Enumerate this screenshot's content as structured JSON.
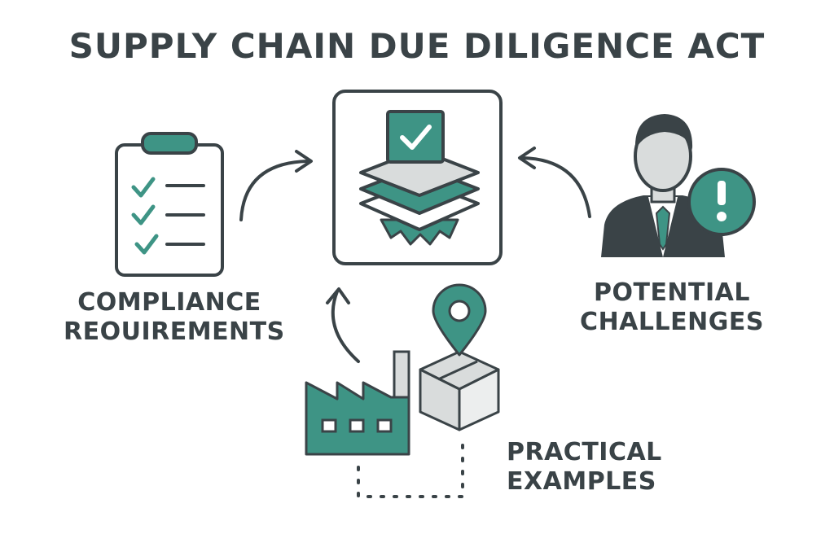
{
  "title": "SUPPLY CHAIN DUE DILIGENCE ACT",
  "nodes": {
    "compliance": {
      "line1": "COMPLIANCE",
      "line2": "REOUIREMENTS",
      "icon": "clipboard-checklist-icon"
    },
    "challenges": {
      "line1": "POTENTIAL",
      "line2": "CHALLENGES",
      "icon": "businessman-alert-icon"
    },
    "practical": {
      "line1": "PRACTICAL",
      "line2": "EXAMPLES",
      "icon": "factory-package-location-icon"
    },
    "center": {
      "icon": "stacked-layers-check-icon"
    }
  },
  "colors": {
    "teal": "#3e9485",
    "dark": "#3a4347",
    "light_gray": "#d9dcdc"
  }
}
